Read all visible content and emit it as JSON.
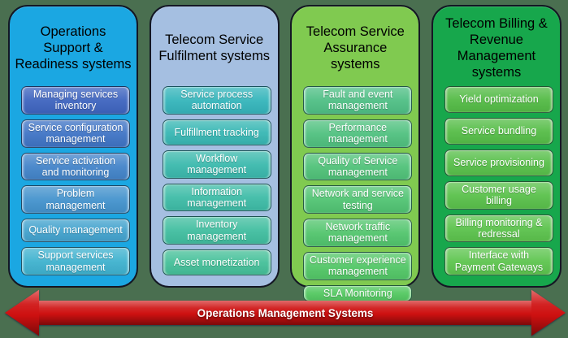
{
  "background_color": "#4A6F50",
  "columns": [
    {
      "title": "Operations\nSupport &\nReadiness systems",
      "bg": "#1BA7E2",
      "items": [
        "Managing services inventory",
        "Service configuration management",
        "Service activation and monitoring",
        "Problem management",
        "Quality management",
        "Support services management"
      ],
      "item_colors": [
        "#3E64BF",
        "#3F74C5",
        "#4384C9",
        "#4493CD",
        "#43A3CE",
        "#3FB2CF"
      ]
    },
    {
      "title": "Telecom Service\nFulfilment systems",
      "bg": "#A5BFE1",
      "items": [
        "Service process automation",
        "Fulfillment tracking",
        "Workflow management",
        "Information management",
        "Inventory management",
        "Asset monetization"
      ],
      "item_colors": [
        "#35B5BB",
        "#38B7B4",
        "#3BB9AD",
        "#3EBCA7",
        "#41BEA0",
        "#45C099"
      ]
    },
    {
      "title": "Telecom Service\nAssurance\nsystems",
      "bg": "#80CA50",
      "items": [
        "Fault and event management",
        "Performance management",
        "Quality of Service management",
        "Network and service testing",
        "Network traffic management",
        "Customer experience management",
        "SLA Monitoring"
      ],
      "item_colors": [
        "#4FBF85",
        "#50C17F",
        "#50C279",
        "#51C473",
        "#52C56D",
        "#53C767",
        "#54C861"
      ]
    },
    {
      "title": "Telecom Billing &\nRevenue\nManagement\nsystems",
      "bg": "#17A74C",
      "items": [
        "Yield optimization",
        "Service bundling",
        "Service provisioning",
        "Customer usage billing",
        "Billing monitoring & redressal",
        "Interface with Payment Gateways"
      ],
      "item_colors": [
        "#54BB46",
        "#56BD48",
        "#58BF4A",
        "#5AC14B",
        "#5CC34D",
        "#5EC54F"
      ]
    }
  ],
  "arrow": {
    "label": "Operations Management Systems",
    "color": "#CE1010"
  }
}
